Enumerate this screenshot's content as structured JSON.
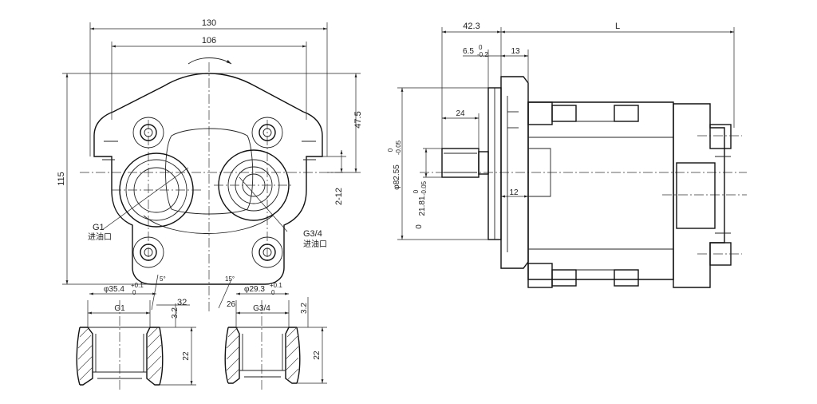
{
  "dimensions": {
    "front_width": "130",
    "bolt_spacing": "106",
    "height": "115",
    "offset_right": "47.5",
    "port_thread": "2-12",
    "inlet_bore": "φ35.4",
    "inlet_bore_tol_upper": "+0.1",
    "inlet_bore_tol_lower": "0",
    "outlet_bore": "φ29.3",
    "outlet_bore_tol_upper": "+0.1",
    "outlet_bore_tol_lower": "0",
    "angle_left": "5°",
    "angle_right": "15°",
    "inlet_width": "32",
    "outlet_width": "26",
    "chamfer": "3.2",
    "depth": "22",
    "side_flange": "42.3",
    "side_length": "L",
    "pilot_thickness": "6.5",
    "pilot_tol_upper": "0",
    "pilot_tol_lower": "-0.2",
    "flange_thickness": "13",
    "shaft_length": "24",
    "shaft_step": "12",
    "pilot_diameter": "φ82.55",
    "pilot_dia_tol_upper": "0",
    "pilot_dia_tol_lower": "-0.05",
    "shaft_diameter": "21.81",
    "shaft_dia_tol_upper": "0",
    "shaft_dia_tol_lower": "-0.05",
    "zero_mark": "0"
  },
  "labels": {
    "inlet_thread": "G1",
    "inlet_name": "进油口",
    "outlet_thread": "G3/4",
    "outlet_name": "进油口",
    "section_inlet_thread": "G1",
    "section_outlet_thread": "G3/4"
  }
}
